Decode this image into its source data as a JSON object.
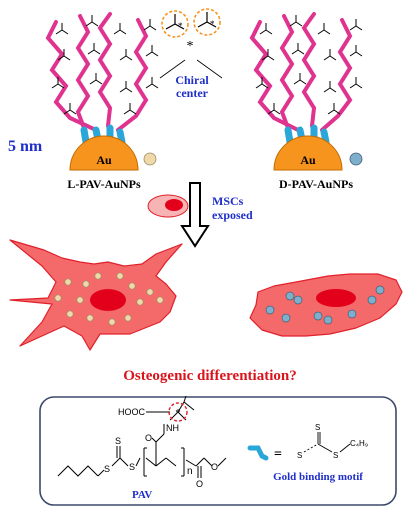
{
  "colors": {
    "chain": "#e0338f",
    "gold": "#f7941d",
    "gold_dark": "#c46a00",
    "cyan": "#2aa6d8",
    "blue_text": "#1f2fc9",
    "red_text": "#d9141b",
    "cell_fill": "#f46a6a",
    "cell_edge": "#e0202a",
    "nucleus": "#e3001b",
    "np_light": "#efd9a8",
    "np_dark": "#7faecb",
    "box_border": "#3b4a6b",
    "arrow": "#000000"
  },
  "top": {
    "chiral_label_1": "Chiral",
    "chiral_label_2": "center",
    "chiral_star": "*",
    "au_label_left": "Au",
    "au_label_right": "Au",
    "size_label": "5 nm",
    "left_caption": "L-PAV-AuNPs",
    "right_caption": "D-PAV-AuNPs"
  },
  "middle": {
    "msc_label_1": "MSCs",
    "msc_label_2": "exposed"
  },
  "question": "Osteogenic differentiation?",
  "box": {
    "hooc": "HOOC",
    "nh": "NH",
    "o": "O",
    "s_left": "S",
    "s_mid": "S",
    "s_right": "S",
    "n": "n",
    "o_ester": "O",
    "o_ester2": "O",
    "pav": "PAV",
    "equals": "=",
    "gold_motif": "Gold binding motif",
    "motif_s_top": "S",
    "motif_s_left": "S",
    "motif_s_right": "S",
    "motif_r": "C₄H₉"
  }
}
